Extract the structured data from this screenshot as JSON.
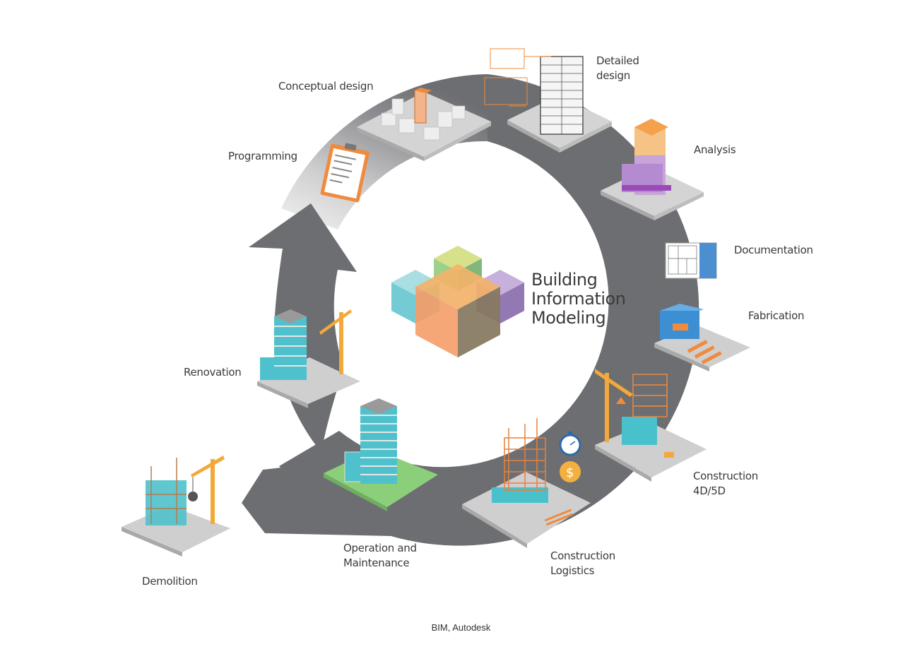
{
  "title": {
    "line1": "Building",
    "line2": "Information",
    "line3": "Modeling"
  },
  "stages": [
    {
      "id": "programming",
      "label": [
        "Programming"
      ],
      "icon": "clipboard-icon"
    },
    {
      "id": "conceptual-design",
      "label": [
        "Conceptual design"
      ],
      "icon": "massing-model-icon"
    },
    {
      "id": "detailed-design",
      "label": [
        "Detailed",
        "design"
      ],
      "icon": "wireframe-building-icon"
    },
    {
      "id": "analysis",
      "label": [
        "Analysis"
      ],
      "icon": "analysis-building-icon"
    },
    {
      "id": "documentation",
      "label": [
        "Documentation"
      ],
      "icon": "drawing-sheet-icon"
    },
    {
      "id": "fabrication",
      "label": [
        "Fabrication"
      ],
      "icon": "factory-icon"
    },
    {
      "id": "construction-4d5d",
      "label": [
        "Construction",
        "4D/5D"
      ],
      "icon": "crane-building-icon"
    },
    {
      "id": "construction-logistics",
      "label": [
        "Construction",
        "Logistics"
      ],
      "icon": "scaffold-building-icon"
    },
    {
      "id": "operation-maintenance",
      "label": [
        "Operation and",
        "Maintenance"
      ],
      "icon": "finished-building-icon"
    },
    {
      "id": "renovation",
      "label": [
        "Renovation"
      ],
      "icon": "renovation-building-icon"
    },
    {
      "id": "demolition",
      "label": [
        "Demolition"
      ],
      "icon": "wrecking-ball-icon"
    }
  ],
  "caption": "BIM, Autodesk",
  "colors": {
    "ring": "#6d6e71",
    "ring_light": "#d9d9da",
    "accent_orange": "#f08a3c",
    "cube_teal": "#7fcfd6",
    "cube_green": "#cfe09a",
    "cube_purple": "#a98cc7",
    "cube_orange": "#f5a46a",
    "building_teal": "#3fb6c4"
  }
}
